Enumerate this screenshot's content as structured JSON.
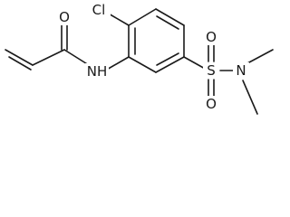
{
  "atoms": {
    "oxygen_carbonyl": "O",
    "nitrogen_amide": "NH",
    "chlorine": "Cl",
    "sulfur": "S",
    "oxygen_sulfonyl_top": "O",
    "oxygen_sulfonyl_bottom": "O",
    "nitrogen_amine": "N"
  }
}
